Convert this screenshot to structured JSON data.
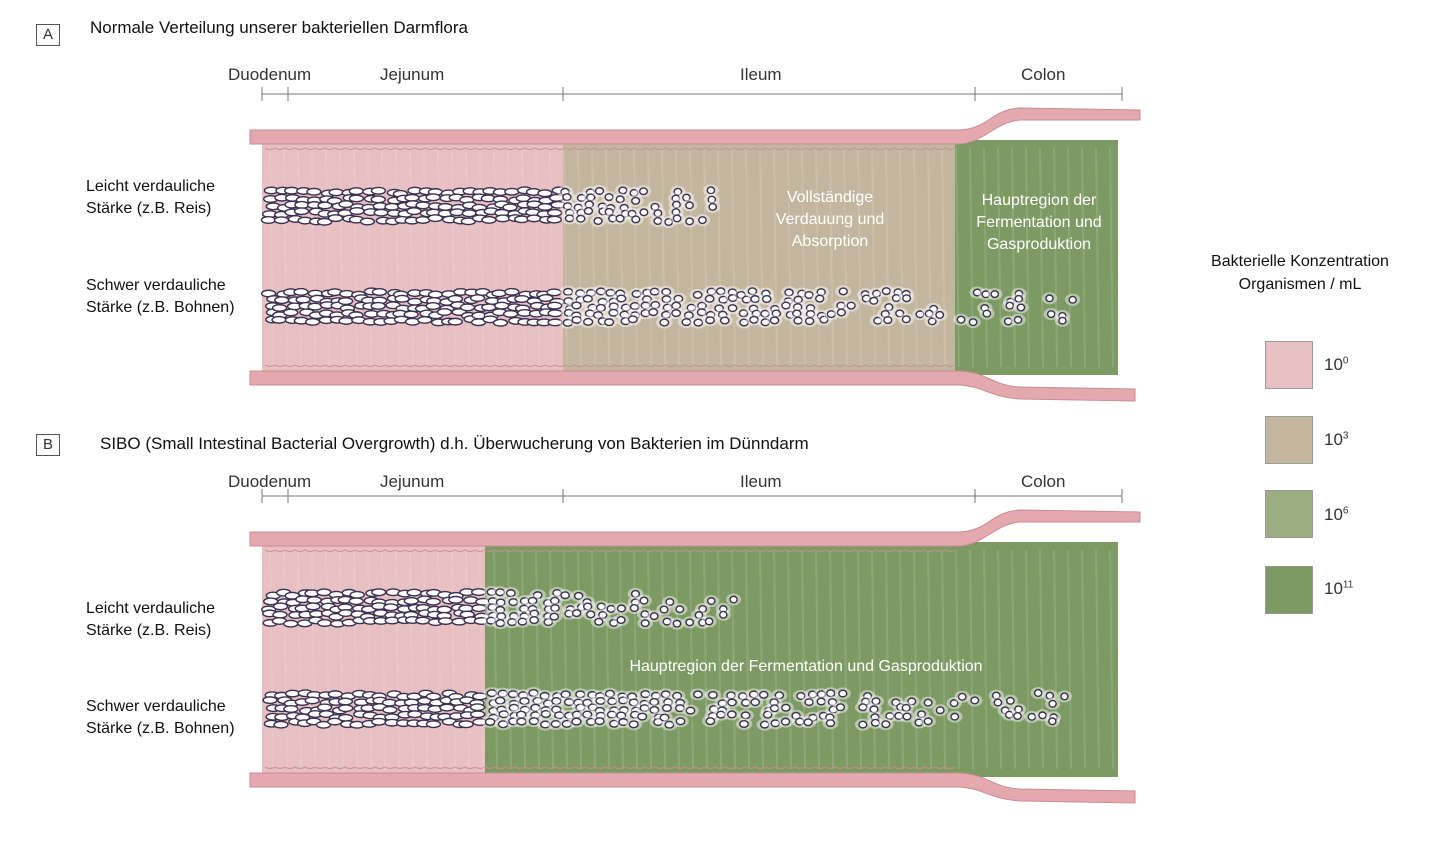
{
  "colors": {
    "pink": "#e8bfc2",
    "tan": "#c3b69f",
    "olive": "#9eae83",
    "green": "#7e9a64",
    "wall": "#e4a9ae",
    "bacteria": "#3a3050"
  },
  "panels": [
    {
      "letter": "A",
      "title": "Normale Verteilung unserer bakteriellen Darmflora",
      "segments": [
        "Duodenum",
        "Jejunum",
        "Ileum",
        "Colon"
      ],
      "row_labels": [
        [
          "Leicht verdauliche",
          "Stärke (z.B. Reis)"
        ],
        [
          "Schwer verdauliche",
          "Stärke (z.B. Bohnen)"
        ]
      ],
      "overlay_left": [
        "Vollständige",
        "Verdauung und",
        "Absorption"
      ],
      "overlay_right": [
        "Hauptregion der",
        "Fermentation und",
        "Gasproduktion"
      ]
    },
    {
      "letter": "B",
      "title": "SIBO (Small Intestinal Bacterial Overgrowth) d.h. Überwucherung von Bakterien im Dünndarm",
      "segments": [
        "Duodenum",
        "Jejunum",
        "Ileum",
        "Colon"
      ],
      "row_labels": [
        [
          "Leicht verdauliche",
          "Stärke (z.B. Reis)"
        ],
        [
          "Schwer verdauliche",
          "Stärke (z.B. Bohnen)"
        ]
      ],
      "overlay_wide": "Hauptregion der Fermentation und Gasproduktion"
    }
  ],
  "legend": {
    "title": [
      "Bakterielle Konzentration",
      "Organismen / mL"
    ],
    "items": [
      {
        "base": "10",
        "exp": "0",
        "color": "#e8bfc2"
      },
      {
        "base": "10",
        "exp": "3",
        "color": "#c3b69f"
      },
      {
        "base": "10",
        "exp": "6",
        "color": "#9eae83"
      },
      {
        "base": "10",
        "exp": "11",
        "color": "#7e9a64"
      }
    ]
  }
}
